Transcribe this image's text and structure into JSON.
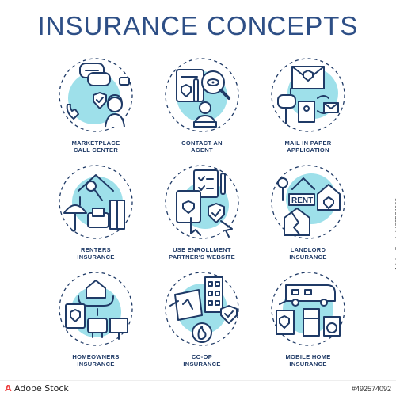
{
  "title": "INSURANCE CONCEPTS",
  "concepts": [
    {
      "label": "MARKETPLACE\nCALL CENTER",
      "icon": "call-center-icon"
    },
    {
      "label": "CONTACT AN\nAGENT",
      "icon": "agent-icon"
    },
    {
      "label": "MAIL IN PAPER\nAPPLICATION",
      "icon": "mail-icon"
    },
    {
      "label": "RENTERS\nINSURANCE",
      "icon": "renters-icon"
    },
    {
      "label": "USE ENROLLMENT\nPARTNER'S WEBSITE",
      "icon": "website-icon"
    },
    {
      "label": "LANDLORD\nINSURANCE",
      "icon": "landlord-icon"
    },
    {
      "label": "HOMEOWNERS\nINSURANCE",
      "icon": "homeowners-icon"
    },
    {
      "label": "CO-OP\nINSURANCE",
      "icon": "coop-icon"
    },
    {
      "label": "MOBILE HOME\nINSURANCE",
      "icon": "mobile-home-icon"
    }
  ],
  "stock": {
    "id": "#492574092",
    "logo_text": "Adobe Stock"
  },
  "colors": {
    "accent": "#9ee0ea",
    "line": "#1f3a66",
    "title": "#2e4f86"
  }
}
